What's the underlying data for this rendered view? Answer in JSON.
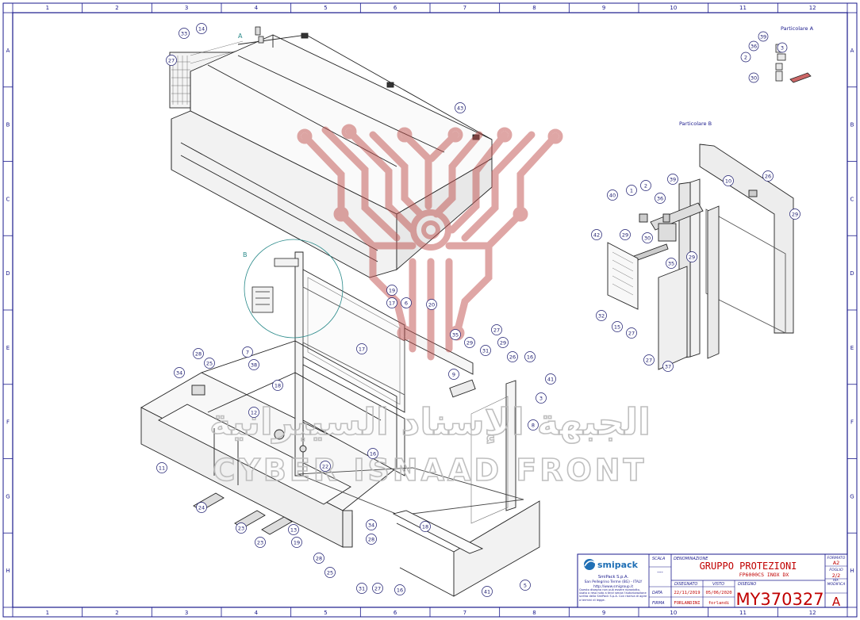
{
  "zones": {
    "columns": [
      "1",
      "2",
      "3",
      "4",
      "5",
      "6",
      "7",
      "8",
      "9",
      "10",
      "11",
      "12"
    ],
    "rows": [
      "A",
      "B",
      "C",
      "D",
      "E",
      "F",
      "G",
      "H"
    ]
  },
  "details": {
    "detail_a_title": "Particolare A",
    "detail_b_title": "Particolare B",
    "marker_a": "A",
    "marker_b": "B"
  },
  "watermark": {
    "arabic": "الجبهة الإسناد السيبرانية",
    "latin": "CYBER ISNAAD FRONT",
    "color": "#c0504d"
  },
  "balloons": {
    "main": [
      "33",
      "14",
      "27",
      "43",
      "19",
      "17",
      "6",
      "20",
      "7",
      "38",
      "35",
      "29",
      "27",
      "31",
      "29",
      "26",
      "16",
      "28",
      "25",
      "34",
      "11",
      "18",
      "12",
      "17",
      "9",
      "41",
      "3",
      "8",
      "16",
      "22",
      "24",
      "23",
      "23",
      "13",
      "19",
      "34",
      "28",
      "28",
      "25",
      "18",
      "31",
      "27",
      "16",
      "5",
      "41"
    ],
    "detail_a": [
      "39",
      "36",
      "3",
      "2",
      "30"
    ],
    "detail_b": [
      "40",
      "1",
      "2",
      "36",
      "39",
      "10",
      "26",
      "29",
      "42",
      "29",
      "30",
      "35",
      "29",
      "32",
      "15",
      "27",
      "27",
      "37"
    ]
  },
  "title_block": {
    "company_logo": "smipack",
    "company_name": "SmiPack S.p.A.",
    "company_address": "San Pellegrino Terme (BG) - ITALY",
    "company_web": "http://www.smigroup.it",
    "disclaimer": "Questo disegno non può essere riprodotto, usato o reso noto a terzi senza l'autorizzazione scritta della SmiPack S.p.A. Con riserva di agire a termini di legge.",
    "scala_label": "SCALA",
    "scala_value": "---",
    "denominazione_label": "DENOMINAZIONE",
    "title": "GRUPPO PROTEZIONI",
    "subtitle": "FP6000CS INOX DX",
    "disegnato_label": "DISEGNATO",
    "visto_label": "VISTO",
    "disegno_label": "DISEGNO",
    "data_label": "DATA",
    "data_disegnato": "22/11/2019",
    "data_visto": "05/06/2020",
    "firma_label": "FIRMA",
    "firma_disegnato": "FORLANDINI",
    "firma_visto": "forlandi",
    "drawing_number": "MY370327",
    "formato_label": "FORMATO",
    "formato_value": "A2",
    "foglio_label": "FOGLIO",
    "foglio_value": "2/2",
    "rif_label": "RIF. MODIFICA",
    "rev_value": "A",
    "logo_color": "#1f6fb5",
    "title_color": "#c00000"
  }
}
